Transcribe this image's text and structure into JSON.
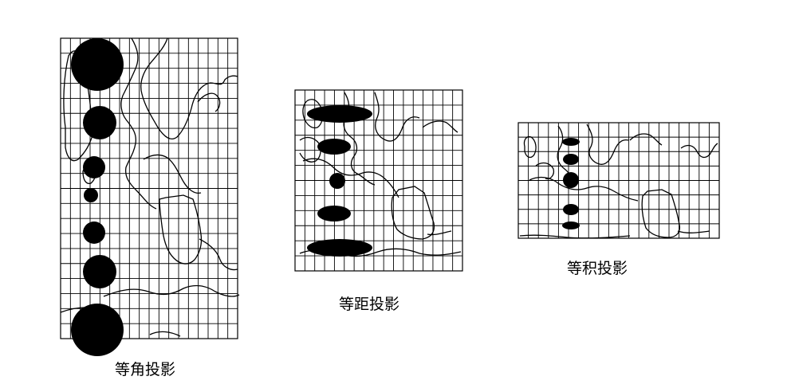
{
  "diagram": {
    "panels": [
      {
        "id": "conformal",
        "caption": "等角投影"
      },
      {
        "id": "equidistant",
        "caption": "等距投影"
      },
      {
        "id": "equalarea",
        "caption": "等积投影"
      }
    ],
    "colors": {
      "ink": "#000000",
      "background": "#ffffff"
    }
  }
}
